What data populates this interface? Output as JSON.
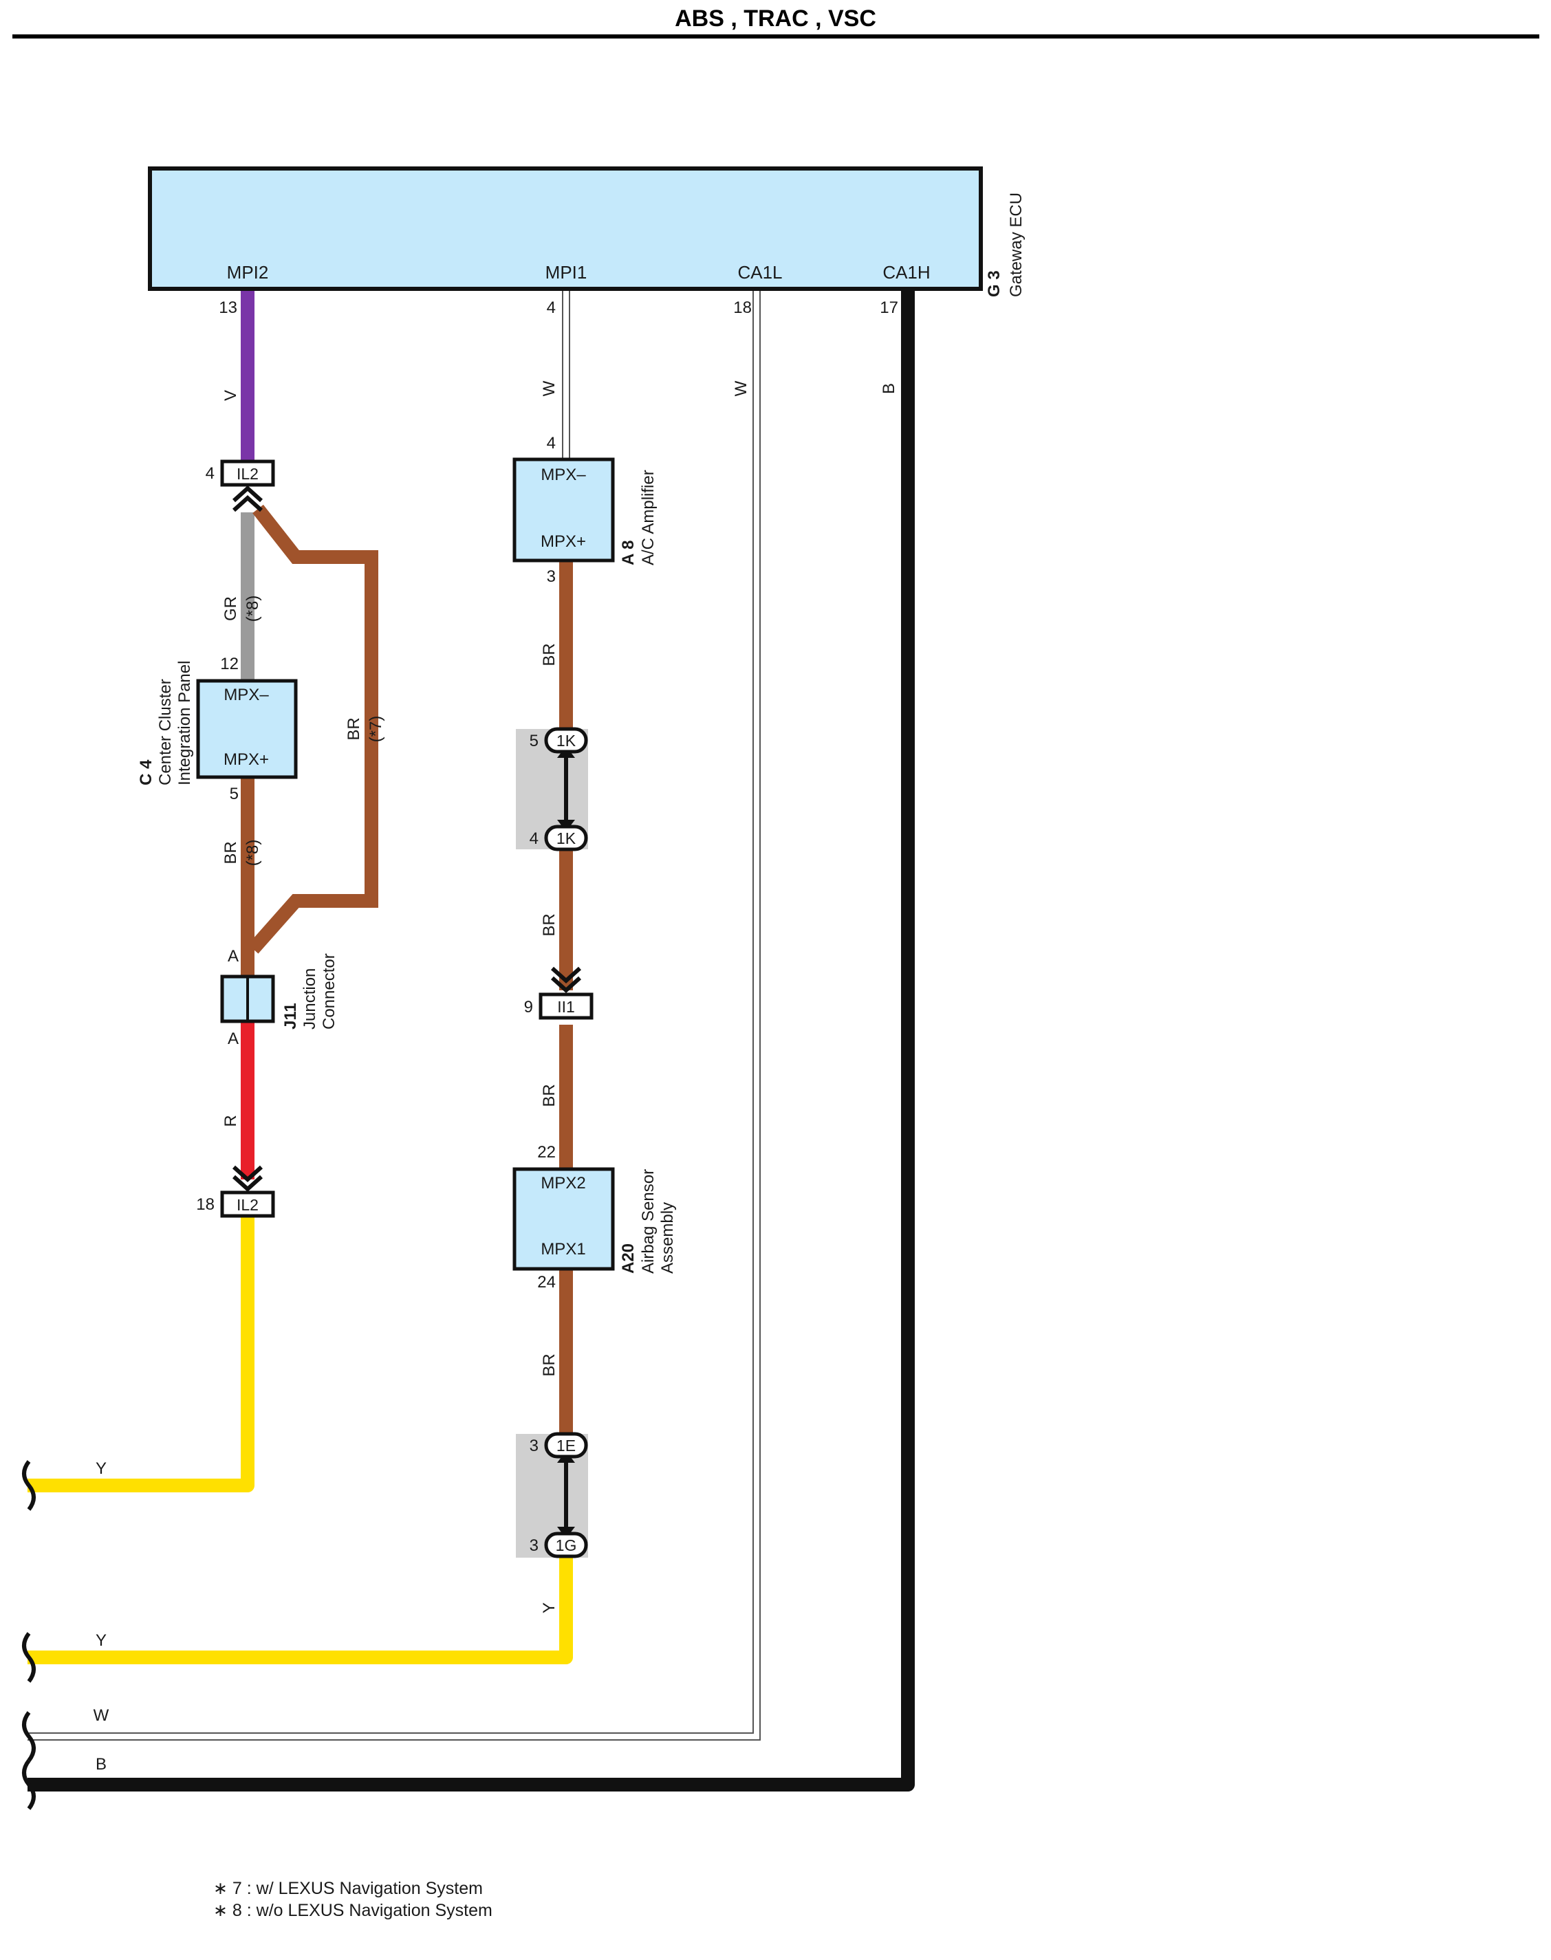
{
  "title": "ABS , TRAC , VSC",
  "colors": {
    "V": "#7a35a8",
    "W": "#ffffff",
    "B": "#111111",
    "GR": "#9b9b9b",
    "BR": "#a0532b",
    "R": "#e8202a",
    "Y": "#ffe000",
    "component_fill": "#c5e9fb",
    "joint_bg": "#d0d0d0"
  },
  "gateway": {
    "code": "G 3",
    "name": "Gateway ECU",
    "terminals": [
      {
        "label": "MPI2",
        "pin": "13"
      },
      {
        "label": "MPI1",
        "pin": "4"
      },
      {
        "label": "CA1L",
        "pin": "18"
      },
      {
        "label": "CA1H",
        "pin": "17"
      }
    ]
  },
  "wire_labels": {
    "mpi2": "V",
    "mpi1": "W",
    "ca1l": "W",
    "ca1h": "B",
    "gr": "GR",
    "gr_note": "(*8)",
    "br_loop": "BR",
    "br_loop_note": "(*7)",
    "br_c4": "BR",
    "br_c4_note": "(*8)",
    "r": "R",
    "br1": "BR",
    "br2": "BR",
    "br3": "BR",
    "br4": "BR",
    "y_a20": "Y",
    "bottom_y1": "Y",
    "bottom_y2": "Y",
    "bottom_w": "W",
    "bottom_b": "B"
  },
  "connectors": {
    "il2_top": {
      "pin": "4",
      "label": "IL2"
    },
    "il2_bottom": {
      "pin": "18",
      "label": "IL2"
    },
    "ii1": {
      "pin": "9",
      "label": "II1"
    },
    "j1k_top": {
      "pin": "5",
      "label": "1K"
    },
    "j1k_bottom": {
      "pin": "4",
      "label": "1K"
    },
    "j1e": {
      "pin": "3",
      "label": "1E"
    },
    "j1g": {
      "pin": "3",
      "label": "1G"
    }
  },
  "c4": {
    "code": "C 4",
    "name1": "Center Cluster",
    "name2": "Integration Panel",
    "t1": "MPX–",
    "t2": "MPX+",
    "pin_top": "12",
    "pin_bottom": "5"
  },
  "a8": {
    "code": "A 8",
    "name": "A/C Amplifier",
    "t1": "MPX–",
    "t2": "MPX+",
    "pin_top": "4",
    "pin_bottom": "3"
  },
  "a20": {
    "code": "A20",
    "name1": "Airbag Sensor",
    "name2": "Assembly",
    "t1": "MPX2",
    "t2": "MPX1",
    "pin_top": "22",
    "pin_bottom": "24"
  },
  "j11": {
    "code": "J11",
    "name1": "Junction",
    "name2": "Connector",
    "pin_top": "A",
    "pin_bottom": "A"
  },
  "notes": [
    "∗ 7 : w/ LEXUS Navigation System",
    "∗ 8 : w/o LEXUS Navigation System"
  ]
}
